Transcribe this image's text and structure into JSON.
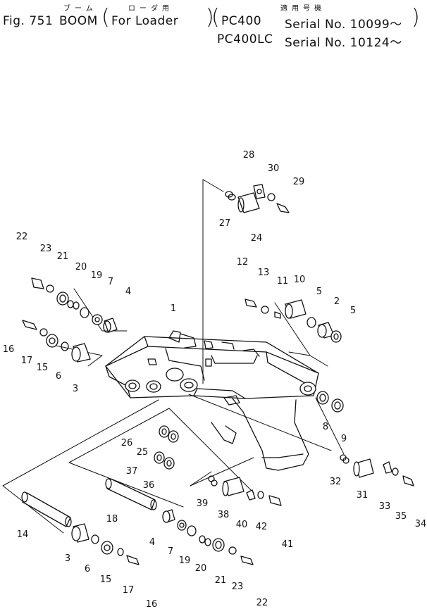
{
  "header": {
    "fig_label": "Fig. 751",
    "title": "BOOM",
    "title_jp": "ブーム",
    "subtitle_jp": "ローダ用",
    "subtitle": "For Loader",
    "applicable_jp": "適用号機",
    "model_1": "PC400",
    "serial_1": "Serial No. 10099～",
    "model_2": "PC400LC",
    "serial_2": "Serial No. 10124～"
  },
  "callouts": [
    "1",
    "2",
    "3",
    "4",
    "5",
    "5",
    "6",
    "7",
    "8",
    "9",
    "10",
    "11",
    "12",
    "13",
    "14",
    "15",
    "16",
    "17",
    "18",
    "19",
    "20",
    "21",
    "22",
    "23",
    "24",
    "25",
    "26",
    "27",
    "28",
    "29",
    "30",
    "31",
    "32",
    "33",
    "34",
    "35",
    "36",
    "37",
    "38",
    "39",
    "40",
    "41",
    "42",
    "22",
    "23",
    "21",
    "20",
    "19",
    "7",
    "4",
    "6",
    "15",
    "17",
    "16",
    "3"
  ]
}
